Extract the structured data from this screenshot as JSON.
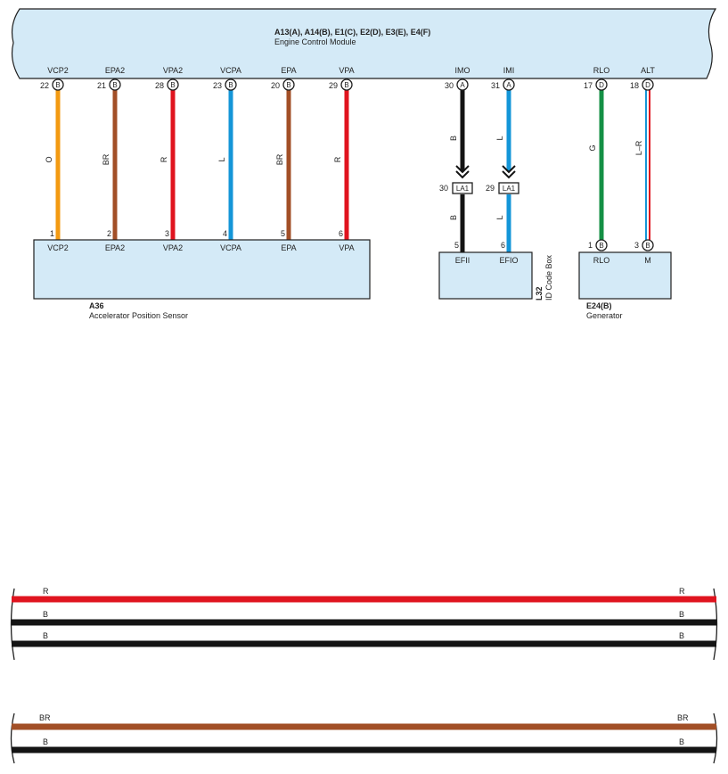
{
  "colors": {
    "O": "#f39a12",
    "BR": "#a24f27",
    "R": "#e0141f",
    "L": "#1496d8",
    "B": "#141414",
    "G": "#159045",
    "box_fill": "#d4eaf7",
    "stroke": "#1f1f1f"
  },
  "ecm": {
    "title": "A13(A), A14(B), E1(C), E2(D), E3(E), E4(F)",
    "subtitle": "Engine Control Module"
  },
  "sensor": {
    "code": "A36",
    "name": "Accelerator Position Sensor"
  },
  "idbox": {
    "code": "L32",
    "name": "ID Code Box"
  },
  "generator": {
    "code": "E24(B)",
    "name": "Generator"
  },
  "wires": [
    {
      "ecm_label": "VCP2",
      "ecm_pin": "22",
      "conn": "B",
      "color_code": "O",
      "dest_pin": "1",
      "dest_label": "VCP2"
    },
    {
      "ecm_label": "EPA2",
      "ecm_pin": "21",
      "conn": "B",
      "color_code": "BR",
      "dest_pin": "2",
      "dest_label": "EPA2"
    },
    {
      "ecm_label": "VPA2",
      "ecm_pin": "28",
      "conn": "B",
      "color_code": "R",
      "dest_pin": "3",
      "dest_label": "VPA2"
    },
    {
      "ecm_label": "VCPA",
      "ecm_pin": "23",
      "conn": "B",
      "color_code": "L",
      "dest_pin": "4",
      "dest_label": "VCPA"
    },
    {
      "ecm_label": "EPA",
      "ecm_pin": "20",
      "conn": "B",
      "color_code": "BR",
      "dest_pin": "5",
      "dest_label": "EPA"
    },
    {
      "ecm_label": "VPA",
      "ecm_pin": "29",
      "conn": "B",
      "color_code": "R",
      "dest_pin": "6",
      "dest_label": "VPA"
    },
    {
      "ecm_label": "IMO",
      "ecm_pin": "30",
      "conn": "A",
      "color_code": "B",
      "junction": "LA1",
      "junction_pin": "30",
      "color_code_2": "B",
      "dest_pin": "5",
      "dest_label": "EFII"
    },
    {
      "ecm_label": "IMI",
      "ecm_pin": "31",
      "conn": "A",
      "color_code": "L",
      "junction": "LA1",
      "junction_pin": "29",
      "color_code_2": "L",
      "dest_pin": "6",
      "dest_label": "EFIO"
    },
    {
      "ecm_label": "RLO",
      "ecm_pin": "17",
      "conn": "D",
      "color_code": "G",
      "dest_pin": "1",
      "dest_conn": "B",
      "dest_label": "RLO"
    },
    {
      "ecm_label": "ALT",
      "ecm_pin": "18",
      "conn": "D",
      "color_code": "L–R",
      "dest_pin": "3",
      "dest_conn": "B",
      "dest_label": "M"
    }
  ],
  "bundles": [
    {
      "color_code": "R"
    },
    {
      "color_code": "B"
    },
    {
      "color_code": "B"
    },
    {
      "color_code": "BR"
    },
    {
      "color_code": "B"
    }
  ]
}
